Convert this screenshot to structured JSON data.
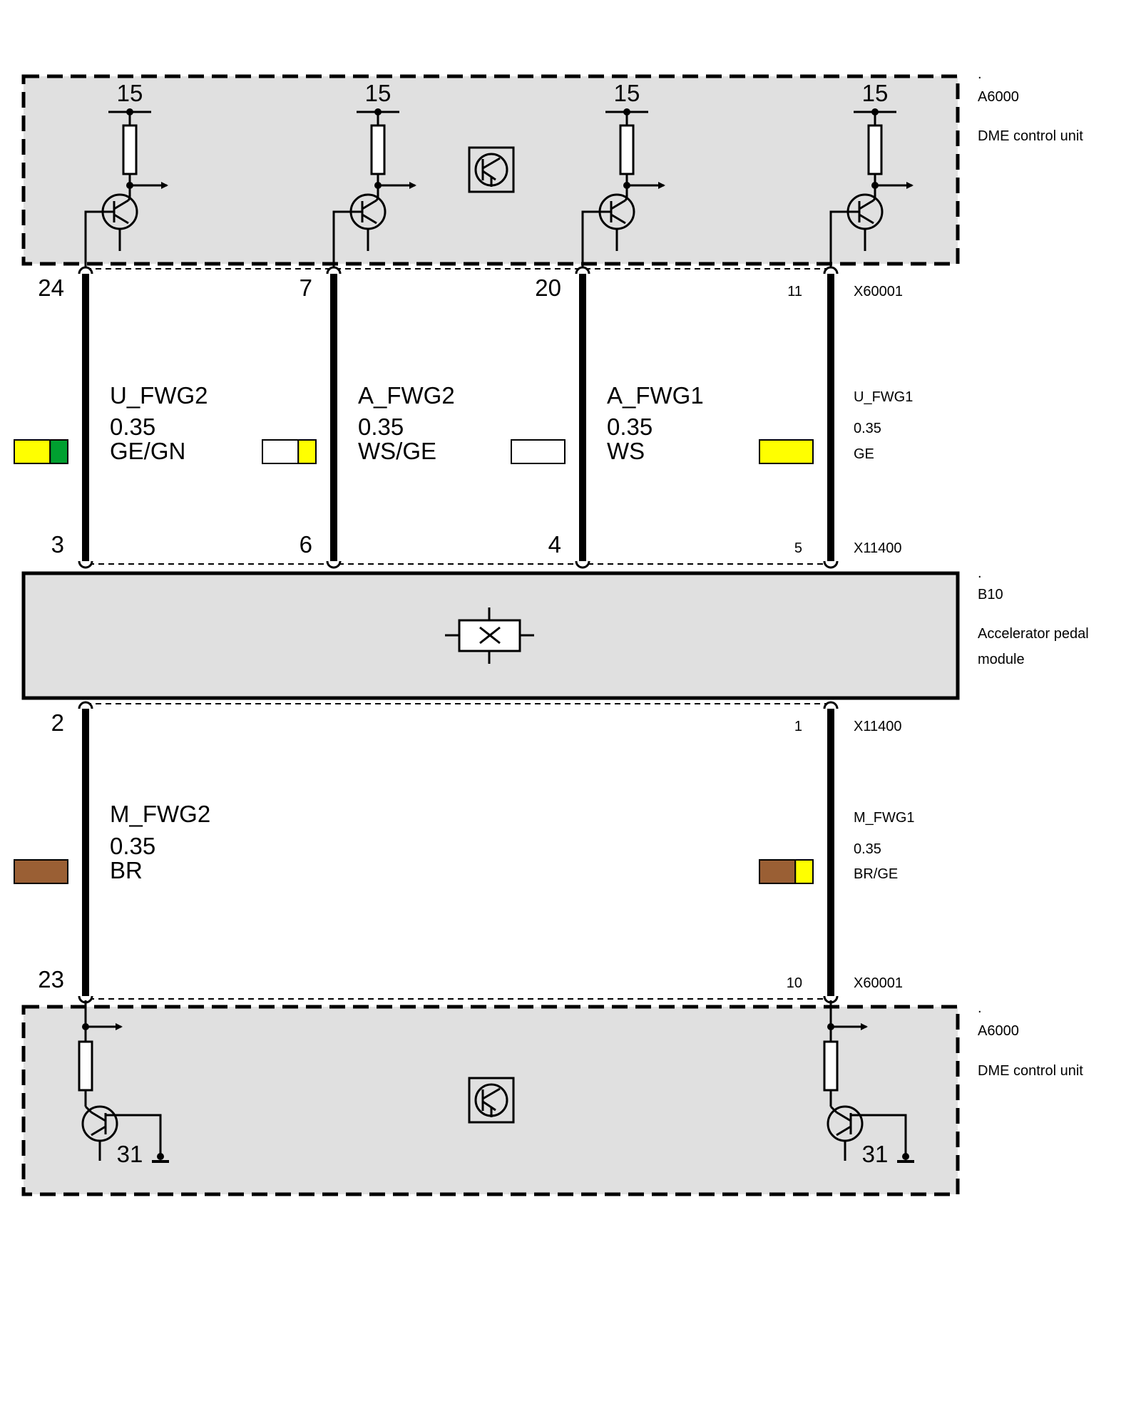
{
  "colors": {
    "housing_fill": "#e0e0e0",
    "GE": "#ffff00",
    "GN": "#00a030",
    "WS": "#ffffff",
    "BR": "#9a5f34",
    "line": "#000000"
  },
  "ecu_top": {
    "dot": ".",
    "id": "A6000",
    "name": "DME control unit",
    "supply_labels": [
      "15",
      "15",
      "15",
      "15"
    ],
    "connector": "X60001",
    "pins": [
      "24",
      "7",
      "20",
      "11"
    ]
  },
  "wires_upper": [
    {
      "signal": "U_FWG2",
      "gauge": "0.35",
      "color_code": "GE/GN",
      "swatch": [
        "GE",
        "GN"
      ]
    },
    {
      "signal": "A_FWG2",
      "gauge": "0.35",
      "color_code": "WS/GE",
      "swatch": [
        "WS",
        "GE"
      ]
    },
    {
      "signal": "A_FWG1",
      "gauge": "0.35",
      "color_code": "WS",
      "swatch": [
        "WS"
      ]
    },
    {
      "signal": "U_FWG1",
      "gauge": "0.35",
      "color_code": "GE",
      "swatch": [
        "GE"
      ]
    }
  ],
  "pedal": {
    "connector_top": "X11400",
    "pins_top": [
      "3",
      "6",
      "4",
      "5"
    ],
    "dot": ".",
    "id": "B10",
    "name_line1": "Accelerator pedal",
    "name_line2": "module",
    "connector_bottom": "X11400",
    "pins_bottom": [
      "2",
      "1"
    ]
  },
  "wires_lower": [
    {
      "signal": "M_FWG2",
      "gauge": "0.35",
      "color_code": "BR",
      "swatch": [
        "BR"
      ]
    },
    {
      "signal": "M_FWG1",
      "gauge": "0.35",
      "color_code": "BR/GE",
      "swatch": [
        "BR",
        "GE"
      ]
    }
  ],
  "ecu_bottom": {
    "connector": "X60001",
    "pins": [
      "23",
      "10"
    ],
    "dot": ".",
    "id": "A6000",
    "name": "DME control unit",
    "ground_labels": [
      "31",
      "31"
    ]
  }
}
